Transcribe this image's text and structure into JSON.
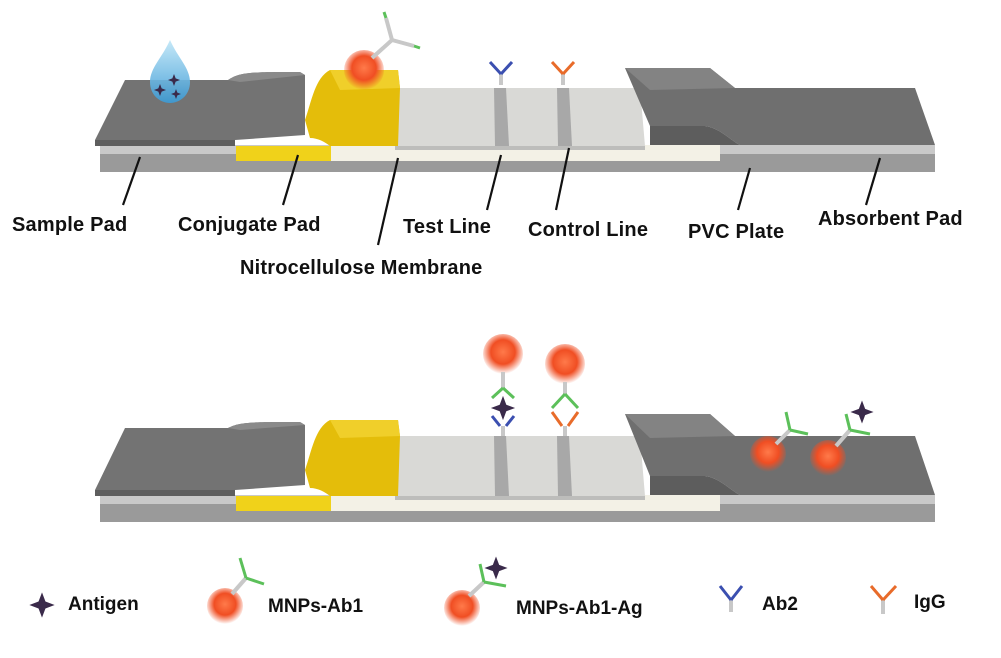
{
  "labels": {
    "sample_pad": "Sample Pad",
    "conjugate_pad": "Conjugate Pad",
    "test_line": "Test Line",
    "control_line": "Control Line",
    "pvc_plate": "PVC Plate",
    "absorbent_pad": "Absorbent Pad",
    "nitrocellulose": "Nitrocellulose Membrane"
  },
  "legend": {
    "antigen": "Antigen",
    "mnps_ab1": "MNPs-Ab1",
    "mnps_ab1_ag": "MNPs-Ab1-Ag",
    "ab2": "Ab2",
    "igg": "IgG"
  },
  "colors": {
    "pad_dark": "#6e6e6e",
    "pad_top": "#7a7a7a",
    "conjugate": "#e8c20a",
    "membrane": "#d9d9d6",
    "backing": "#f3f1e6",
    "base": "#9a9a9a",
    "nanoparticle": "#f04e23",
    "antigen": "#3a2a4a",
    "ab_green": "#5cc05a",
    "ab_blue": "#3b4fb0",
    "ab_orange": "#e86b2a",
    "ab_stem": "#c8c8c8"
  }
}
